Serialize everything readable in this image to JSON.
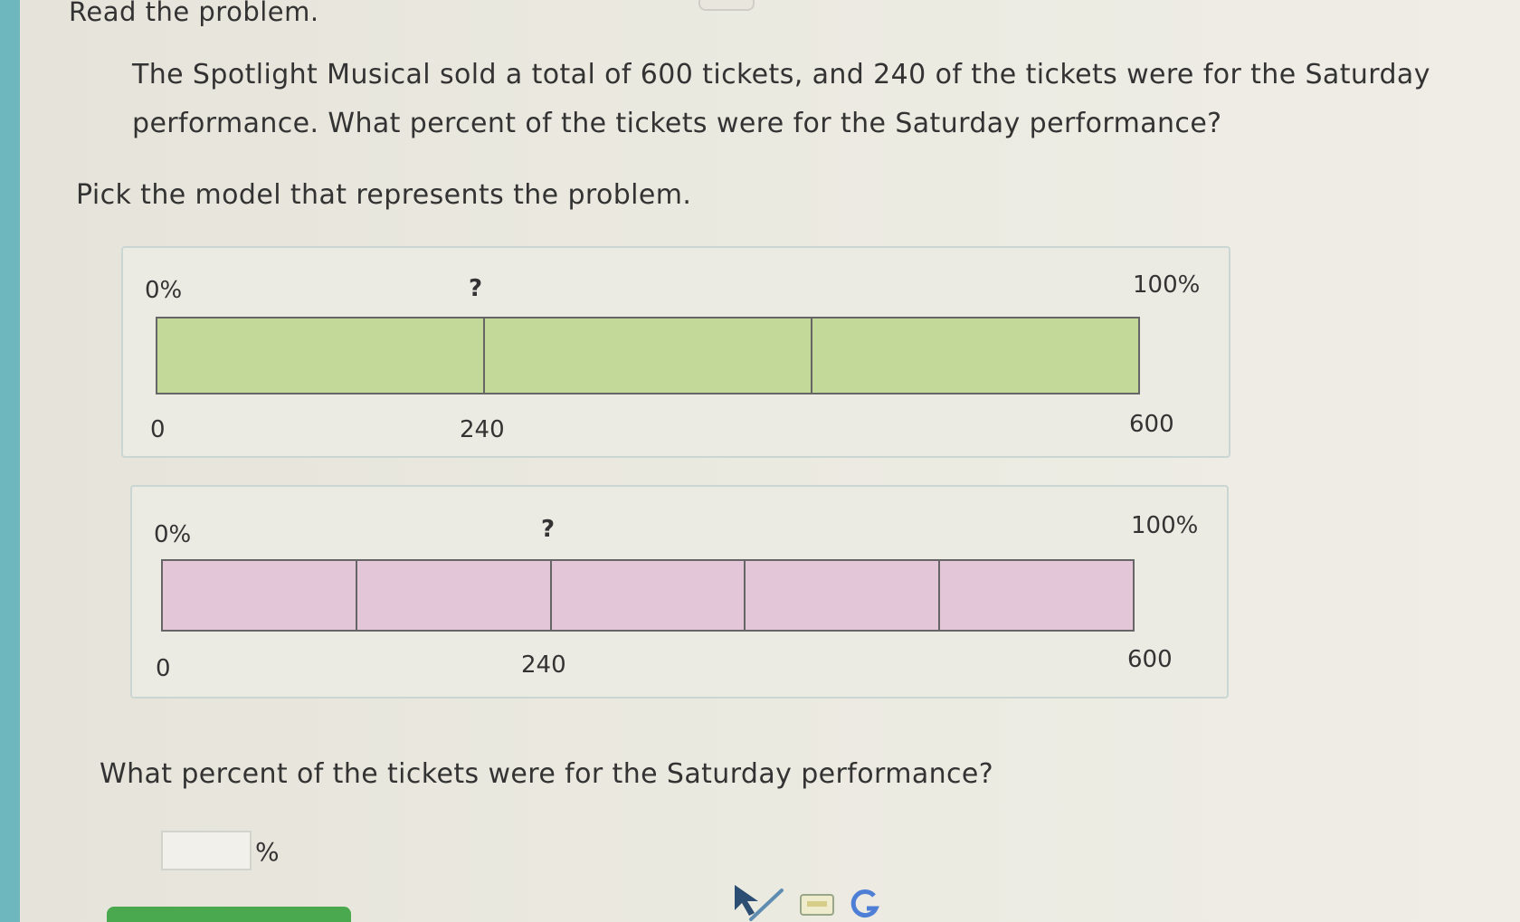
{
  "header": {
    "read_label": "Read the problem."
  },
  "problem": {
    "text": "The Spotlight Musical sold a total of 600 tickets, and 240 of the tickets were for the Saturday performance. What percent of the tickets were for the Saturday performance?"
  },
  "instruction": "Pick the model that represents the problem.",
  "models": [
    {
      "color": "#c3d99a",
      "segments": 3,
      "top_labels": {
        "left": "0%",
        "middle": "?",
        "right": "100%"
      },
      "bottom_labels": {
        "left": "0",
        "middle": "240",
        "right": "600"
      }
    },
    {
      "color": "#e3c6d8",
      "segments": 5,
      "top_labels": {
        "left": "0%",
        "middle": "?",
        "right": "100%"
      },
      "bottom_labels": {
        "left": "0",
        "middle": "240",
        "right": "600"
      }
    }
  ],
  "question": {
    "text": "What percent of the tickets were for the Saturday performance?",
    "answer_value": "",
    "suffix": "%"
  },
  "toolbar": {
    "icons": [
      "arrow-pointer-icon",
      "keyboard-icon",
      "google-g-icon"
    ]
  },
  "colors": {
    "accent_strip": "#6fb7bf",
    "submit_button": "#4aa84e"
  }
}
